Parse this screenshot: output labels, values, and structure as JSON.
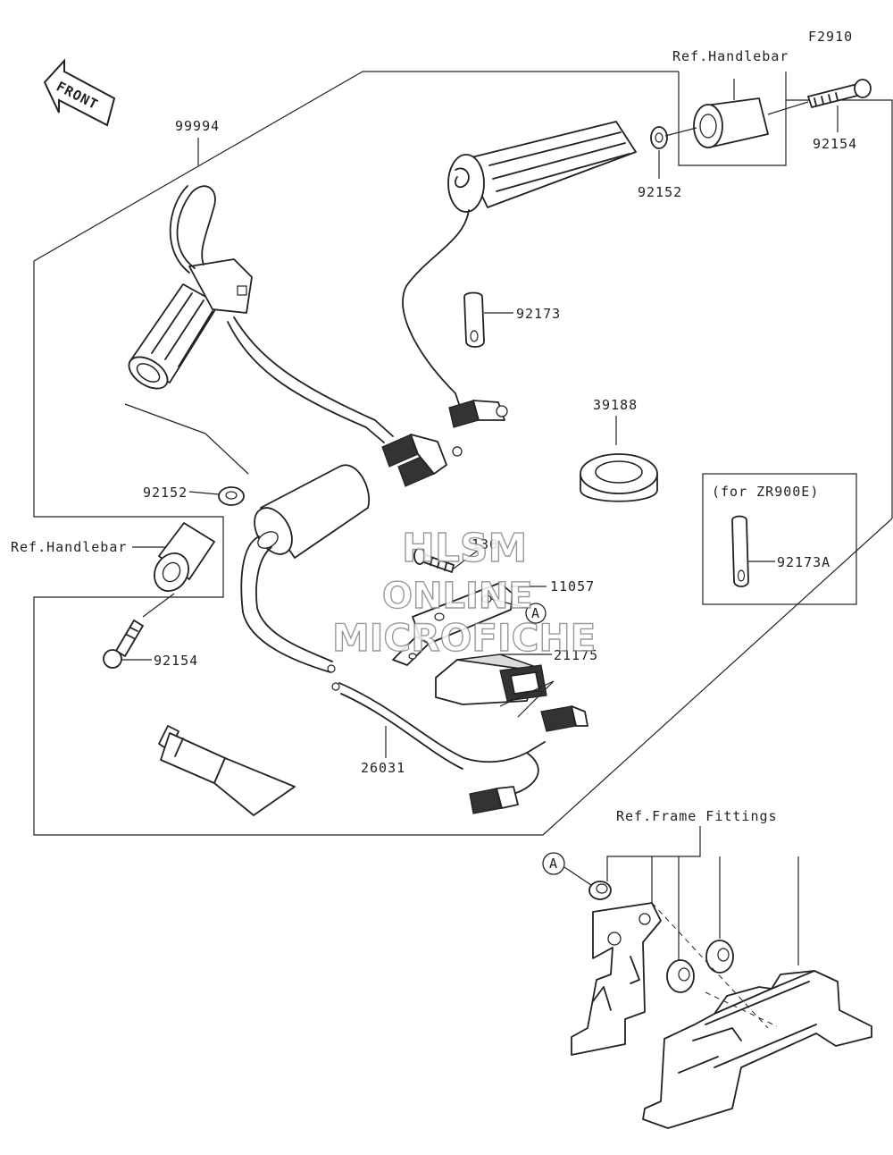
{
  "figure_code": "F2910",
  "front_label": "FRONT",
  "watermark": {
    "line1": "HLSM",
    "line2": "ONLINE",
    "line3": "MICROFICHE"
  },
  "callouts": {
    "ref_handlebar_top": "Ref.Handlebar",
    "ref_handlebar_left": "Ref.Handlebar",
    "ref_frame_fittings": "Ref.Frame Fittings",
    "for_model": "(for ZR900E)",
    "circle_a1": "A",
    "circle_a2": "A"
  },
  "parts": {
    "p99994": "99994",
    "p92154_top": "92154",
    "p92152_top": "92152",
    "p92173": "92173",
    "p39188": "39188",
    "p92173A": "92173A",
    "p92152_left": "92152",
    "p92154_left": "92154",
    "p130": "130",
    "p11057": "11057",
    "p21175": "21175",
    "p26031": "26031"
  }
}
